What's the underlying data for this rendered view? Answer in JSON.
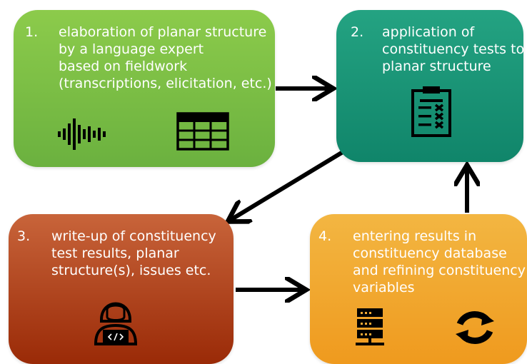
{
  "steps": [
    {
      "number": "1.",
      "lines": [
        "elaboration of planar structure",
        "by a language expert",
        "based on fieldwork",
        "(transcriptions, elicitation, etc.)"
      ],
      "icons": [
        "audio-waveform-icon",
        "table-grid-icon"
      ],
      "color": "#7cbf45"
    },
    {
      "number": "2.",
      "lines": [
        "application of",
        "constituency tests to",
        "planar structure"
      ],
      "icons": [
        "checklist-clipboard-icon"
      ],
      "color": "#1a9577"
    },
    {
      "number": "3.",
      "lines": [
        "write-up of constituency",
        "test results, planar",
        "structure(s), issues etc."
      ],
      "icons": [
        "person-laptop-code-icon"
      ],
      "color": "#b1461f"
    },
    {
      "number": "4.",
      "lines": [
        "entering results in",
        "constituency database",
        "and refining constituency",
        "variables"
      ],
      "icons": [
        "database-server-icon",
        "refresh-sync-icon"
      ],
      "color": "#f2a935"
    }
  ]
}
